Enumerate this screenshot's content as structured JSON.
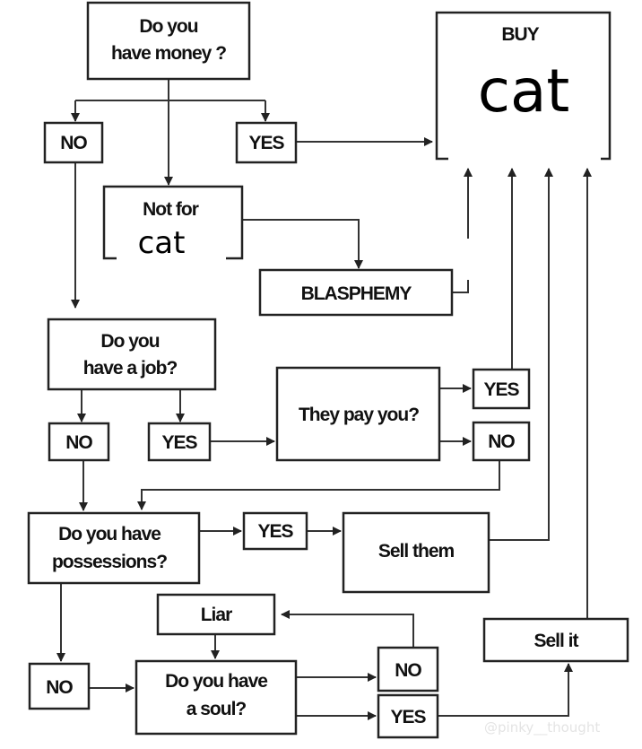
{
  "nodes": {
    "q_money": [
      "Do you",
      "have money ?"
    ],
    "no_1": "NO",
    "yes_1": "YES",
    "not_for": [
      "Not for",
      "cat"
    ],
    "blasphemy": "BLASPHEMY",
    "buy": [
      "BUY",
      "cat"
    ],
    "q_job": [
      "Do you",
      "have a job?"
    ],
    "no_2": "NO",
    "yes_2": "YES",
    "q_pay": "They pay you?",
    "yes_3": "YES",
    "no_3": "NO",
    "q_possessions": [
      "Do you have",
      "possessions?"
    ],
    "yes_4": "YES",
    "sell_them": "Sell them",
    "liar": "Liar",
    "no_5": "NO",
    "q_soul": [
      "Do you have",
      "a soul?"
    ],
    "no_6": "NO",
    "yes_6": "YES",
    "sell_it": "Sell it"
  },
  "watermark": "@pinky__thought"
}
